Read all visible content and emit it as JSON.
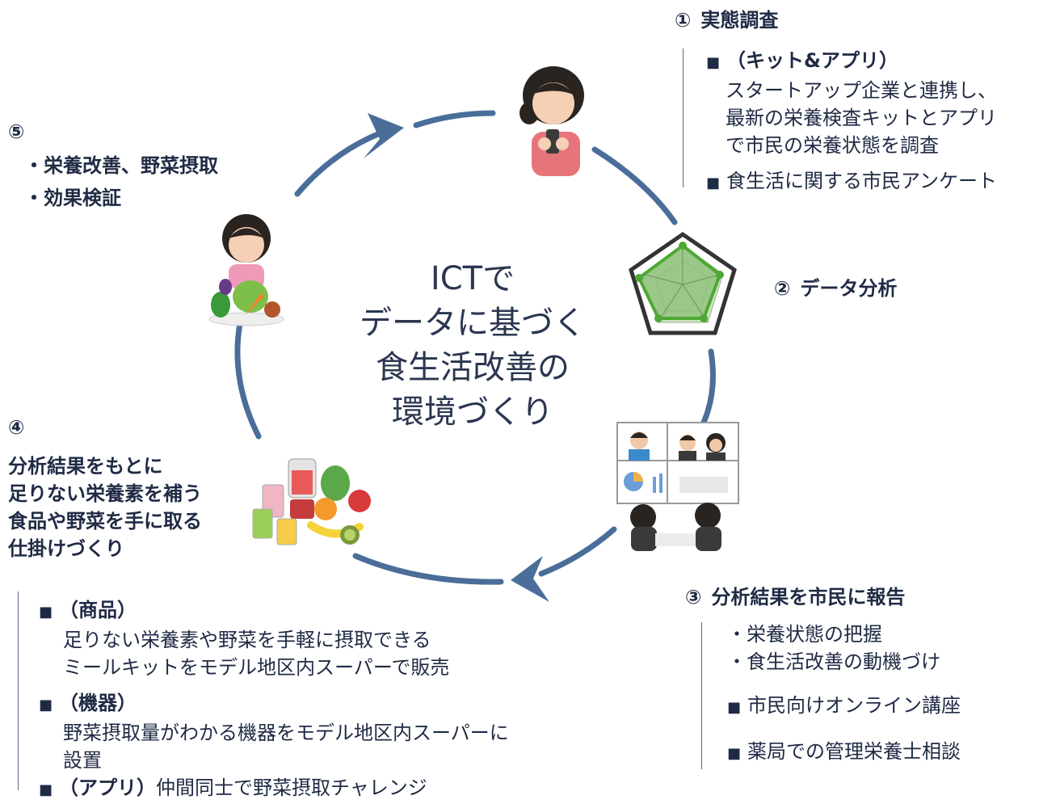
{
  "center": {
    "lines": [
      "ICTで",
      "データに基づく",
      "食生活改善の",
      "環境づくり"
    ]
  },
  "step1": {
    "number": "①",
    "title": "実態調査",
    "bullet1_head": "（キット&アプリ）",
    "bullet1_body": [
      "スタートアップ企業と連携し、",
      "最新の栄養検査キットとアプリ",
      "で市民の栄養状態を調査"
    ],
    "bullet2": "食生活に関する市民アンケート"
  },
  "step2": {
    "number": "②",
    "title": "データ分析"
  },
  "step3": {
    "number": "③",
    "title": "分析結果を市民に報告",
    "sub1": "・栄養状態の把握",
    "sub2": "・食生活改善の動機づけ",
    "bullet1": "市民向けオンライン講座",
    "bullet2": "薬局での管理栄養士相談"
  },
  "step4": {
    "number": "④",
    "title_lines": [
      "分析結果をもとに",
      "足りない栄養素を補う",
      "食品や野菜を手に取る",
      "仕掛けづくり"
    ],
    "bullet1_head": "（商品）",
    "bullet1_body": [
      "足りない栄養素や野菜を手軽に摂取できる",
      "ミールキットをモデル地区内スーパーで販売"
    ],
    "bullet2_head": "（機器）",
    "bullet2_body": [
      "野菜摂取量がわかる機器をモデル地区内スーパーに",
      "設置"
    ],
    "bullet3_head": "（アプリ）",
    "bullet3_body": "仲間同士で野菜摂取チャレンジ"
  },
  "step5": {
    "number": "⑤",
    "item1": "・栄養改善、野菜摂取",
    "item2": "・効果検証"
  },
  "colors": {
    "arrow": "#4a6e99",
    "text": "#1f2a44",
    "radar_fill": "#8dc07a",
    "radar_line": "#4ea834"
  },
  "icons": {
    "bullet": "square-bullet-icon",
    "step1": "woman-with-smartphone-icon",
    "step2": "radar-chart-icon",
    "step3": "online-meeting-icon",
    "step4": "juice-and-fruits-icon",
    "step5": "woman-with-vegetables-icon"
  }
}
